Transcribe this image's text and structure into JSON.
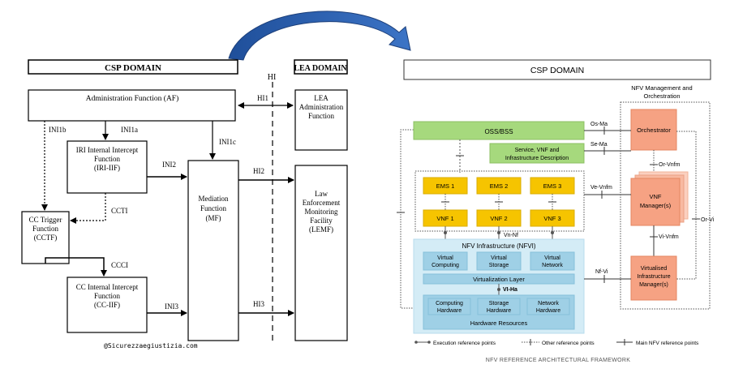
{
  "left": {
    "csp_domain": "CSP DOMAIN",
    "lea_domain": "LEA DOMAIN",
    "hi": "HI",
    "af": "Administration Function (AF)",
    "lea_admin": [
      "LEA",
      "Administration",
      "Function"
    ],
    "iri_iif": [
      "IRI Internal Intercept",
      "Function",
      "(IRI-IIF)"
    ],
    "cctf": [
      "CC Trigger",
      "Function",
      "(CCTF)"
    ],
    "cc_iif": [
      "CC Internal Intercept",
      "Function",
      "(CC-IIF)"
    ],
    "mf": [
      "Mediation",
      "Function",
      "(MF)"
    ],
    "lemf": [
      "Law",
      "Enforcement",
      "Monitoring",
      "Facility",
      "(LEMF)"
    ],
    "labels": {
      "hi1": "HI1",
      "ini1b": "INI1b",
      "ini1a": "INI1a",
      "ini1c": "INI1c",
      "ini2": "INI2",
      "hi2": "HI2",
      "ccti": "CCTI",
      "ccci": "CCCI",
      "ini3": "INI3",
      "hi3": "HI3"
    },
    "watermark": "@Sicurezzaegiustizia.com"
  },
  "right": {
    "csp_domain": "CSP DOMAIN",
    "mano_title": [
      "NFV Management and",
      "Orchestration"
    ],
    "oss_bss": "OSS/BSS",
    "service_desc": [
      "Service, VNF and",
      "Infrastructure Description"
    ],
    "orchestrator": "Orchestrator",
    "vnf_manager": [
      "VNF",
      "Manager(s)"
    ],
    "vim": [
      "Virtualised",
      "Infrastructure",
      "Manager(s)"
    ],
    "ems": [
      "EMS 1",
      "EMS 2",
      "EMS 3"
    ],
    "vnf": [
      "VNF 1",
      "VNF 2",
      "VNF 3"
    ],
    "nfvi_title": "NFV Infrastructure (NFVI)",
    "virtual": [
      [
        "Virtual",
        "Computing"
      ],
      [
        "Virtual",
        "Storage"
      ],
      [
        "Virtual",
        "Network"
      ]
    ],
    "virtualization_layer": "Virtualization Layer",
    "hardware": [
      [
        "Computing",
        "Hardware"
      ],
      [
        "Storage",
        "Hardware"
      ],
      [
        "Network",
        "Hardware"
      ]
    ],
    "hardware_resources": "Hardware Resources",
    "refs": {
      "os_ma": "Os-Ma",
      "se_ma": "Se-Ma",
      "ve_vnfm": "Ve-Vnfm",
      "or_vnfm": "Or-Vnfm",
      "or_vi": "Or-Vi",
      "vi_vnfm": "Vi-Vnfm",
      "nf_vi": "Nf-Vi",
      "vn_nf": "Vn-Nf",
      "vi_ha": "VI-Ha"
    },
    "legend": [
      "Execution reference points",
      "Other reference points",
      "Main NFV reference points"
    ],
    "caption": "NFV REFERENCE ARCHITECTURAL FRAMEWORK"
  },
  "colors": {
    "arrow_blue": "#2b5ba8",
    "green": "#a6d97d",
    "orange": "#f6a283",
    "yellow": "#f6c400",
    "nfvi_bg": "#d4ecf6",
    "nfvi_box": "#9fd0e6"
  }
}
